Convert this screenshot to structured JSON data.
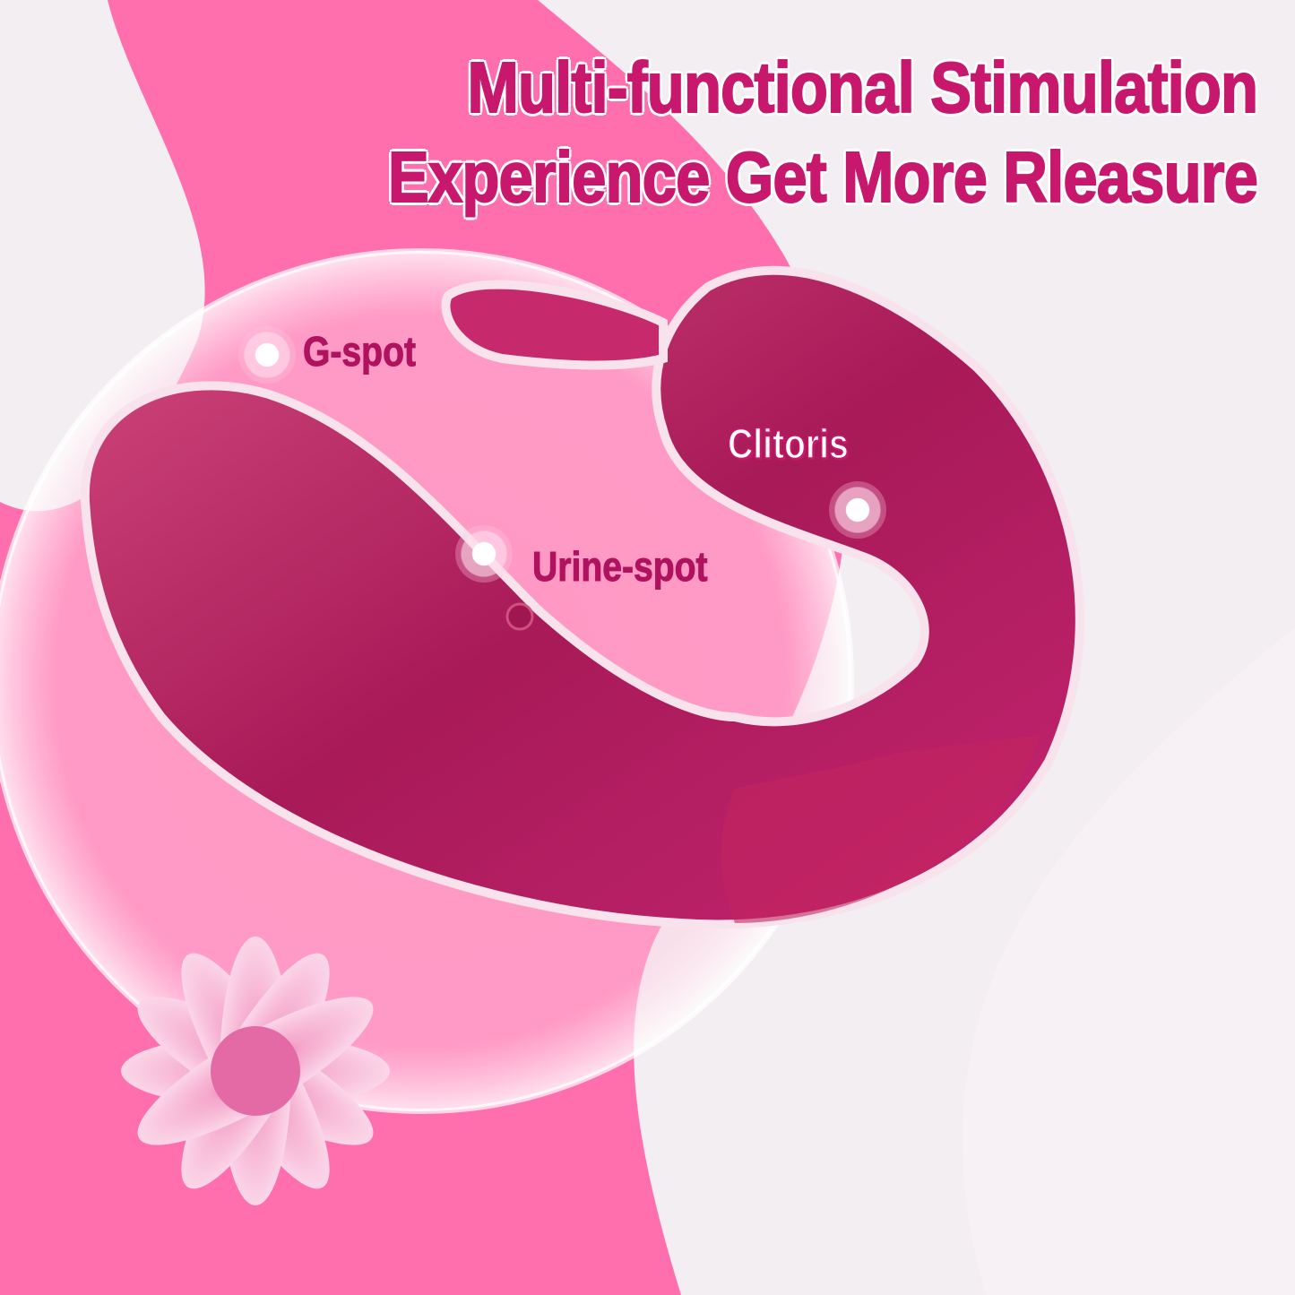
{
  "headline": {
    "line1": "Multi-functional Stimulation",
    "line2": "Experience Get More Rleasure"
  },
  "hotspots": [
    {
      "label": "G-spot"
    },
    {
      "label": "Clitoris"
    },
    {
      "label": "Urine-spot"
    }
  ],
  "colors": {
    "product": "#b81e62",
    "text": "#c8186e",
    "background_pink": "#ff6fae",
    "background_light": "#f3eef1"
  }
}
